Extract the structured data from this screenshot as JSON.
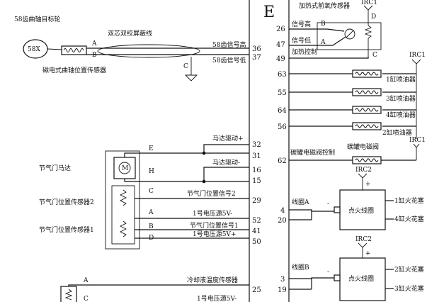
{
  "ecu": {
    "letter": "E"
  },
  "top_left": {
    "target_wheel": "58齿曲轴目标轮",
    "wheel_badge": "58X",
    "shield_cable": "双芯双绞屏蔽线",
    "crank_sensor": "磁电式曲轴位置传感器",
    "sig_high": "58齿信号高",
    "sig_low": "58齿信号低",
    "pin_high": "36",
    "pin_low": "37",
    "pin_a": "A",
    "pin_b": "B",
    "pin_c": "C"
  },
  "throttle": {
    "motor": "节气门马达",
    "pos2": "节气门位置传感器2",
    "pos1": "节气门位置传感器1",
    "motor_plus": "马达驱动+",
    "motor_minus": "马达驱动-",
    "pos2_signal": "节气门位置信号2",
    "v5_minus": "1号电压源5V-",
    "pos1_signal": "节气门位置信号1",
    "v5_plus": "1号电压源5V+",
    "pins": [
      "32",
      "31",
      "16",
      "15",
      "29",
      "52",
      "41",
      "50"
    ],
    "letters": [
      "E",
      "H",
      "C",
      "A",
      "B",
      "D"
    ],
    "motor_icon": "M"
  },
  "coolant": {
    "label": "冷却液温度传感器",
    "v5_minus": "1号电压源5V-",
    "pin": "25",
    "pin_a": "A",
    "pin_c": "C"
  },
  "right": {
    "heated_o2": "加热式前氧传感器",
    "irc1": "IRC1",
    "sig_high": "信号高",
    "sig_low": "信号低",
    "heat_ctrl": "加热控制",
    "o2_pins": [
      "26",
      "47",
      "49"
    ],
    "o2_letters": [
      "B",
      "A",
      "C",
      "D"
    ],
    "injectors": [
      "1缸喷油器",
      "3缸喷油器",
      "4缸喷油器",
      "2缸喷油器"
    ],
    "inj_pins": [
      "63",
      "55",
      "64",
      "56"
    ],
    "canister_ctrl": "碳罐电磁阀控制",
    "canister_valve": "碳罐电磁阀",
    "canister_pin": "62",
    "irc2": "IRC2",
    "coil_a": "线圈A",
    "coil_b": "线圈B",
    "coil_a_pins": [
      "4",
      "20"
    ],
    "coil_b_pins": [
      "3",
      "19"
    ],
    "ignition_coil": "点火线圈",
    "plugs_a": [
      "1缸火花塞",
      "4缸火花塞"
    ],
    "plugs_b": [
      "2缸火花塞",
      "3缸火花塞"
    ],
    "plus": "+",
    "minus": "-"
  }
}
